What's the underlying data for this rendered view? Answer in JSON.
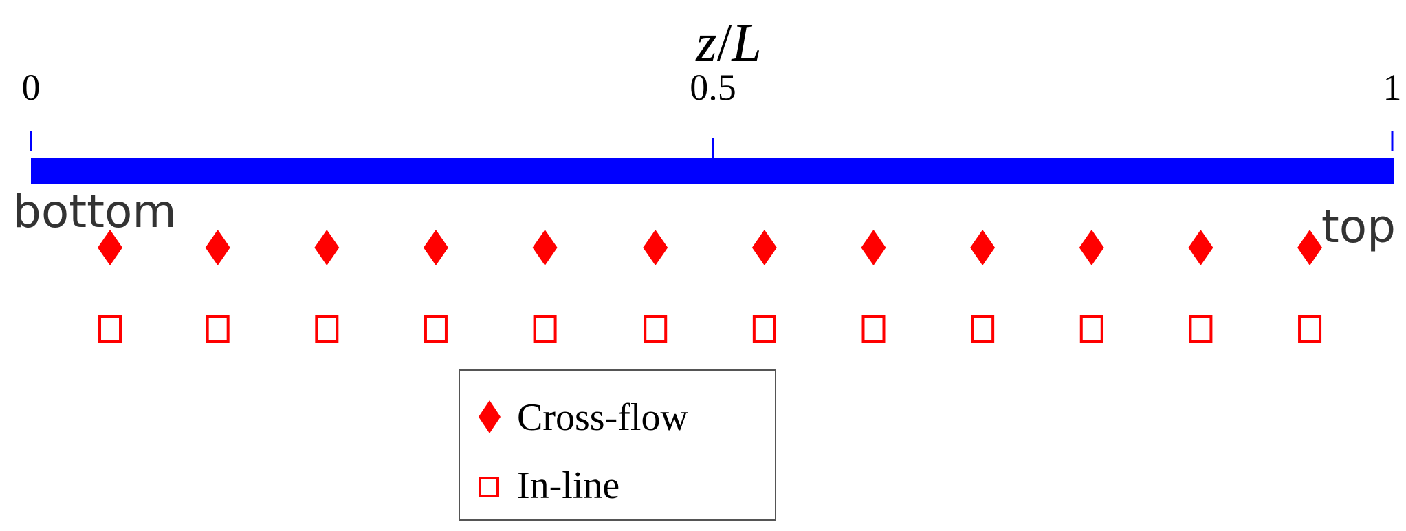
{
  "axis": {
    "title_var1": "z",
    "title_sep": "/",
    "title_var2": "L",
    "ticks": [
      {
        "value": 0,
        "label": "0"
      },
      {
        "value": 0.5,
        "label": "0.5"
      },
      {
        "value": 1,
        "label": "1"
      }
    ],
    "end_label_left": "bottom",
    "end_label_right": "top",
    "bar_color": "#0000ff"
  },
  "markers": {
    "color": "#ff0000",
    "rows": [
      {
        "name": "Cross-flow",
        "symbol": "filled-diamond"
      },
      {
        "name": "In-line",
        "symbol": "open-square"
      }
    ],
    "positions": [
      0.058,
      0.137,
      0.217,
      0.297,
      0.377,
      0.458,
      0.538,
      0.618,
      0.698,
      0.778,
      0.858,
      0.938
    ]
  },
  "legend": {
    "items": [
      {
        "label": "Cross-flow",
        "symbol": "filled-diamond"
      },
      {
        "label": "In-line",
        "symbol": "open-square"
      }
    ]
  }
}
